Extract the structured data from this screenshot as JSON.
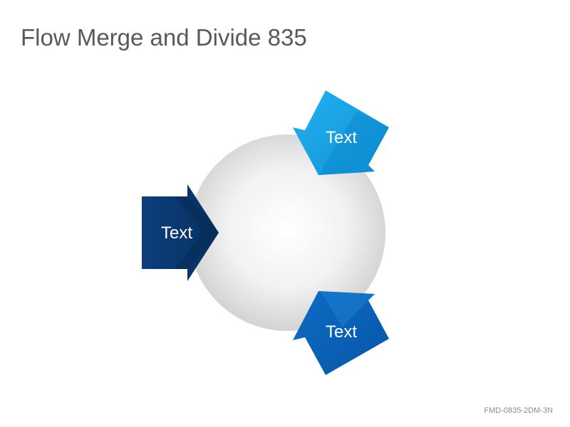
{
  "slide": {
    "title": "Flow Merge and Divide 835",
    "footer_code": "FMD-0835-2DM-3N"
  },
  "diagram": {
    "arrows": [
      {
        "label": "Text",
        "color": "#0a3d78",
        "direction": "inward-from-left"
      },
      {
        "label": "Text",
        "color": "#1aa3e8",
        "direction": "outward-upper-right"
      },
      {
        "label": "Text",
        "color": "#0a63b8",
        "direction": "outward-lower-right"
      }
    ],
    "circle_color": "#e6e6e6"
  }
}
